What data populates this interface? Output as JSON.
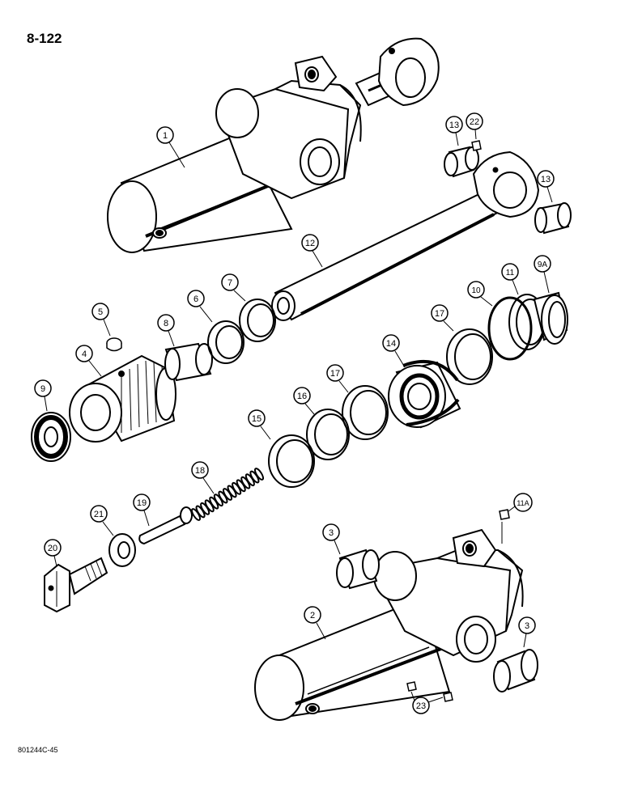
{
  "page_number": "8-122",
  "figure_code": "801244C-45",
  "callouts": [
    {
      "id": "c1",
      "label": "1"
    },
    {
      "id": "c2",
      "label": "2"
    },
    {
      "id": "c3a",
      "label": "3"
    },
    {
      "id": "c3b",
      "label": "3"
    },
    {
      "id": "c4",
      "label": "4"
    },
    {
      "id": "c5",
      "label": "5"
    },
    {
      "id": "c6",
      "label": "6"
    },
    {
      "id": "c7",
      "label": "7"
    },
    {
      "id": "c8",
      "label": "8"
    },
    {
      "id": "c9",
      "label": "9"
    },
    {
      "id": "c9a",
      "label": "9A"
    },
    {
      "id": "c10",
      "label": "10"
    },
    {
      "id": "c11",
      "label": "11"
    },
    {
      "id": "c11a",
      "label": "11A"
    },
    {
      "id": "c12",
      "label": "12"
    },
    {
      "id": "c13a",
      "label": "13"
    },
    {
      "id": "c13b",
      "label": "13"
    },
    {
      "id": "c14",
      "label": "14"
    },
    {
      "id": "c15",
      "label": "15"
    },
    {
      "id": "c16",
      "label": "16"
    },
    {
      "id": "c17a",
      "label": "17"
    },
    {
      "id": "c17b",
      "label": "17"
    },
    {
      "id": "c18",
      "label": "18"
    },
    {
      "id": "c19",
      "label": "19"
    },
    {
      "id": "c20",
      "label": "20"
    },
    {
      "id": "c21",
      "label": "21"
    },
    {
      "id": "c22",
      "label": "22"
    },
    {
      "id": "c23",
      "label": "23"
    }
  ]
}
